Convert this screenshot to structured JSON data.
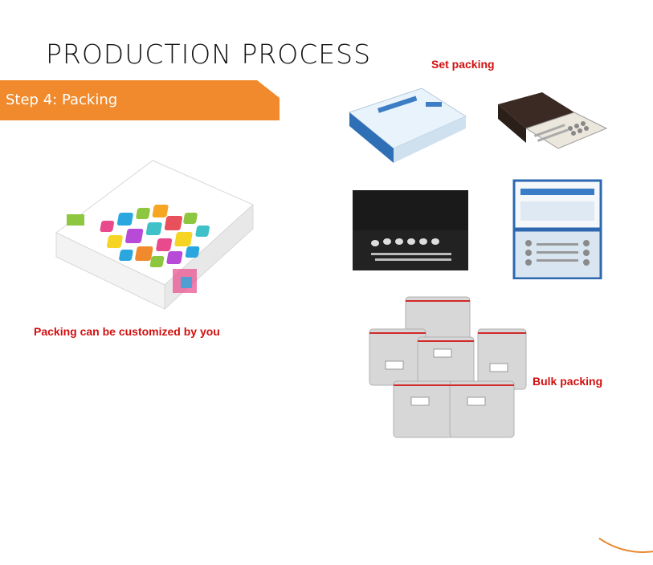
{
  "slide": {
    "title": "PRODUCTION PROCESS",
    "step_label": "Step 4: Packing",
    "captions": {
      "set_packing": "Set packing",
      "customized": "Packing can be customized by you",
      "bulk_packing": "Bulk packing"
    },
    "accent_color": "#f08a2c",
    "caption_color": "#d10f0f"
  }
}
